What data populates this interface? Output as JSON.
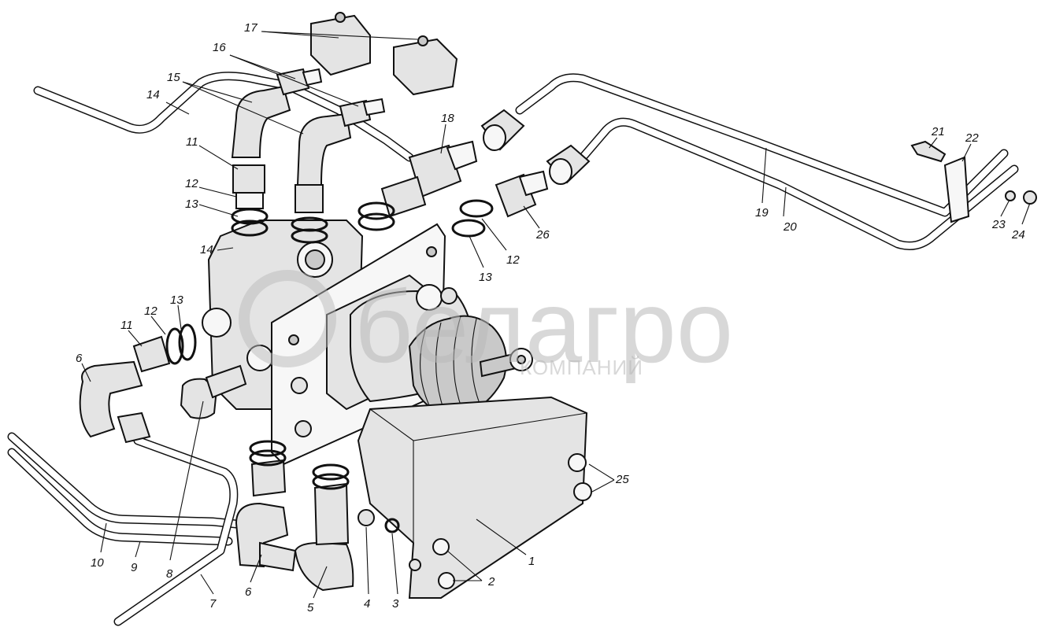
{
  "callouts": [
    "1",
    "2",
    "3",
    "4",
    "5",
    "6",
    "6",
    "7",
    "8",
    "9",
    "10",
    "11",
    "11",
    "12",
    "12",
    "12",
    "13",
    "13",
    "13",
    "14",
    "14",
    "15",
    "16",
    "17",
    "18",
    "19",
    "20",
    "21",
    "22",
    "23",
    "24",
    "25",
    "26"
  ],
  "watermark": {
    "brand": "белагро",
    "sub": "КОМПАНИЙ"
  }
}
